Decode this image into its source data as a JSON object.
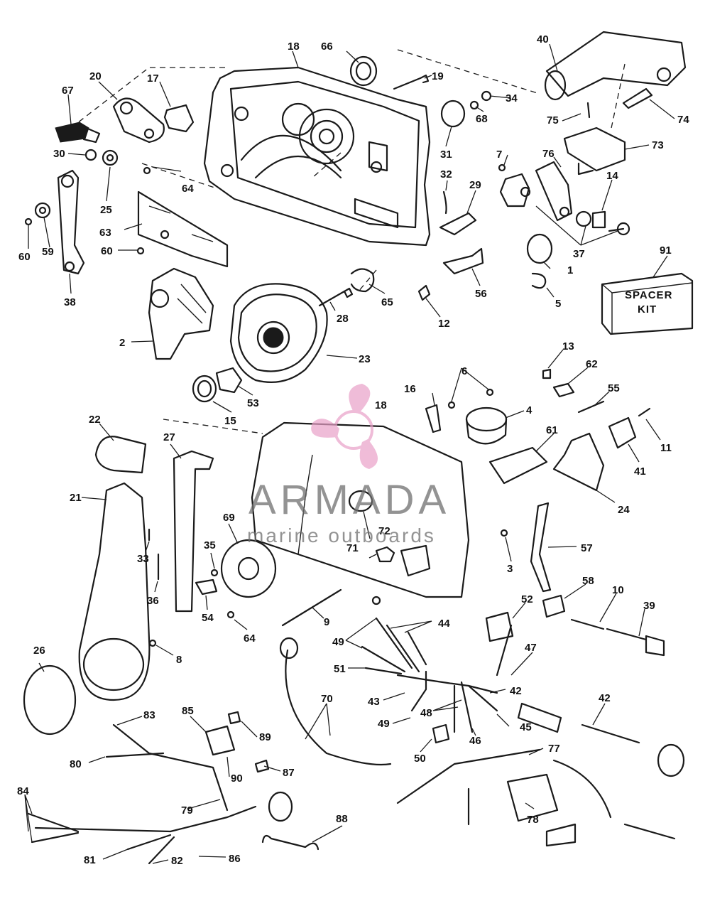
{
  "diagram": {
    "labels": [
      {
        "text": "1"
      },
      {
        "text": "2"
      },
      {
        "text": "3"
      },
      {
        "text": "4"
      },
      {
        "text": "5"
      },
      {
        "text": "6"
      },
      {
        "text": "7"
      },
      {
        "text": "8"
      },
      {
        "text": "9"
      },
      {
        "text": "10"
      },
      {
        "text": "11"
      },
      {
        "text": "12"
      },
      {
        "text": "13"
      },
      {
        "text": "14"
      },
      {
        "text": "15"
      },
      {
        "text": "16"
      },
      {
        "text": "17"
      },
      {
        "text": "18"
      },
      {
        "text": "18"
      },
      {
        "text": "19"
      },
      {
        "text": "20"
      },
      {
        "text": "21"
      },
      {
        "text": "22"
      },
      {
        "text": "23"
      },
      {
        "text": "24"
      },
      {
        "text": "25"
      },
      {
        "text": "26"
      },
      {
        "text": "27"
      },
      {
        "text": "28"
      },
      {
        "text": "29"
      },
      {
        "text": "30"
      },
      {
        "text": "31"
      },
      {
        "text": "32"
      },
      {
        "text": "33"
      },
      {
        "text": "34"
      },
      {
        "text": "35"
      },
      {
        "text": "36"
      },
      {
        "text": "37"
      },
      {
        "text": "38"
      },
      {
        "text": "39"
      },
      {
        "text": "40"
      },
      {
        "text": "41"
      },
      {
        "text": "42"
      },
      {
        "text": "42"
      },
      {
        "text": "43"
      },
      {
        "text": "44"
      },
      {
        "text": "45"
      },
      {
        "text": "46"
      },
      {
        "text": "47"
      },
      {
        "text": "48"
      },
      {
        "text": "49"
      },
      {
        "text": "49"
      },
      {
        "text": "50"
      },
      {
        "text": "51"
      },
      {
        "text": "52"
      },
      {
        "text": "53"
      },
      {
        "text": "54"
      },
      {
        "text": "55"
      },
      {
        "text": "56"
      },
      {
        "text": "57"
      },
      {
        "text": "58"
      },
      {
        "text": "59"
      },
      {
        "text": "60"
      },
      {
        "text": "60"
      },
      {
        "text": "61"
      },
      {
        "text": "62"
      },
      {
        "text": "63"
      },
      {
        "text": "64"
      },
      {
        "text": "64"
      },
      {
        "text": "65"
      },
      {
        "text": "66"
      },
      {
        "text": "67"
      },
      {
        "text": "68"
      },
      {
        "text": "69"
      },
      {
        "text": "70"
      },
      {
        "text": "71"
      },
      {
        "text": "72"
      },
      {
        "text": "73"
      },
      {
        "text": "74"
      },
      {
        "text": "75"
      },
      {
        "text": "76"
      },
      {
        "text": "77"
      },
      {
        "text": "78"
      },
      {
        "text": "79"
      },
      {
        "text": "80"
      },
      {
        "text": "81"
      },
      {
        "text": "82"
      },
      {
        "text": "83"
      },
      {
        "text": "84"
      },
      {
        "text": "85"
      },
      {
        "text": "86"
      },
      {
        "text": "87"
      },
      {
        "text": "88"
      },
      {
        "text": "89"
      },
      {
        "text": "90"
      },
      {
        "text": "91"
      }
    ],
    "spacer_kit": {
      "line1": "SPACER",
      "line2": "KIT"
    }
  },
  "watermark": {
    "brand": "ARMADA",
    "tagline": "marine outboards",
    "logo_color": "#e9a0c8",
    "text_color": "#6f6f6f"
  }
}
